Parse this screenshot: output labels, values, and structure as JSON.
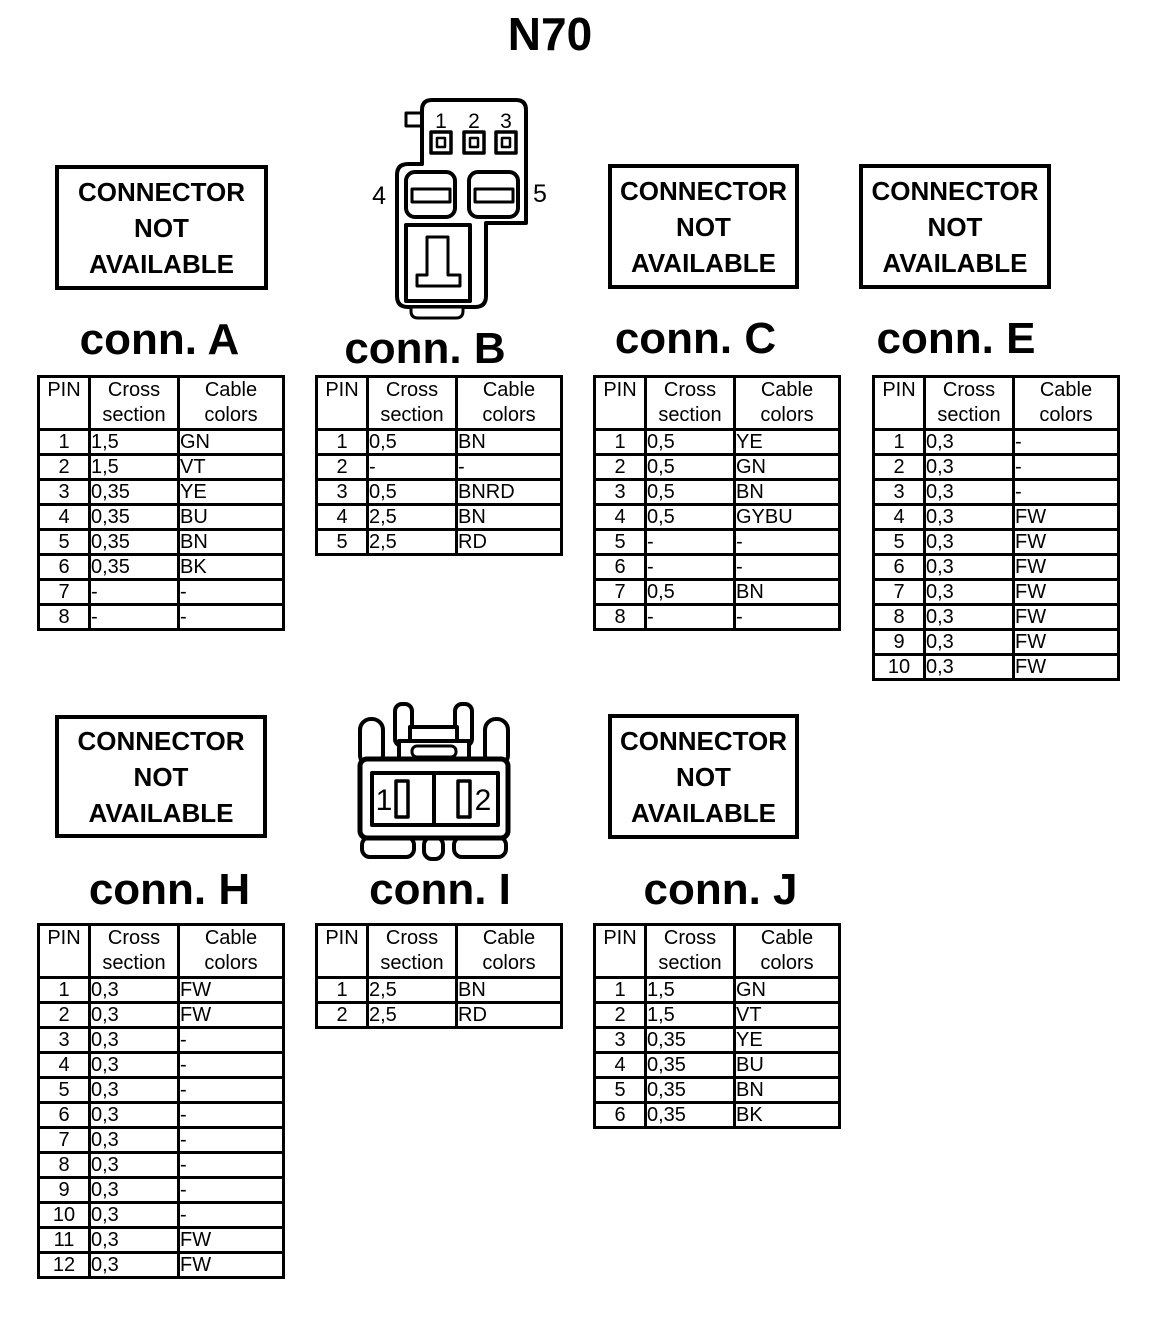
{
  "title": "N70",
  "not_available": {
    "line1": "CONNECTOR",
    "line2": "NOT",
    "line3": "AVAILABLE"
  },
  "table_headers": {
    "pin": "PIN",
    "cross_line1": "Cross",
    "cross_line2": "section",
    "colors_line1": "Cable",
    "colors_line2": "colors"
  },
  "connectors": {
    "A": {
      "label": "conn. A",
      "rows": [
        [
          "1",
          "1,5",
          "GN"
        ],
        [
          "2",
          "1,5",
          "VT"
        ],
        [
          "3",
          "0,35",
          "YE"
        ],
        [
          "4",
          "0,35",
          "BU"
        ],
        [
          "5",
          "0,35",
          "BN"
        ],
        [
          "6",
          "0,35",
          "BK"
        ],
        [
          "7",
          "-",
          "-"
        ],
        [
          "8",
          "-",
          "-"
        ]
      ]
    },
    "B": {
      "label": "conn. B",
      "diagram_pin_labels": [
        "1",
        "2",
        "3",
        "4",
        "5"
      ],
      "rows": [
        [
          "1",
          "0,5",
          "BN"
        ],
        [
          "2",
          "-",
          "-"
        ],
        [
          "3",
          "0,5",
          "BNRD"
        ],
        [
          "4",
          "2,5",
          "BN"
        ],
        [
          "5",
          "2,5",
          "RD"
        ]
      ]
    },
    "C": {
      "label": "conn. C",
      "rows": [
        [
          "1",
          "0,5",
          "YE"
        ],
        [
          "2",
          "0,5",
          "GN"
        ],
        [
          "3",
          "0,5",
          "BN"
        ],
        [
          "4",
          "0,5",
          "GYBU"
        ],
        [
          "5",
          "-",
          "-"
        ],
        [
          "6",
          "-",
          "-"
        ],
        [
          "7",
          "0,5",
          "BN"
        ],
        [
          "8",
          "-",
          "-"
        ]
      ]
    },
    "E": {
      "label": "conn. E",
      "rows": [
        [
          "1",
          "0,3",
          "-"
        ],
        [
          "2",
          "0,3",
          "-"
        ],
        [
          "3",
          "0,3",
          "-"
        ],
        [
          "4",
          "0,3",
          "FW"
        ],
        [
          "5",
          "0,3",
          "FW"
        ],
        [
          "6",
          "0,3",
          "FW"
        ],
        [
          "7",
          "0,3",
          "FW"
        ],
        [
          "8",
          "0,3",
          "FW"
        ],
        [
          "9",
          "0,3",
          "FW"
        ],
        [
          "10",
          "0,3",
          "FW"
        ]
      ]
    },
    "H": {
      "label": "conn. H",
      "rows": [
        [
          "1",
          "0,3",
          "FW"
        ],
        [
          "2",
          "0,3",
          "FW"
        ],
        [
          "3",
          "0,3",
          "-"
        ],
        [
          "4",
          "0,3",
          "-"
        ],
        [
          "5",
          "0,3",
          "-"
        ],
        [
          "6",
          "0,3",
          "-"
        ],
        [
          "7",
          "0,3",
          "-"
        ],
        [
          "8",
          "0,3",
          "-"
        ],
        [
          "9",
          "0,3",
          "-"
        ],
        [
          "10",
          "0,3",
          "-"
        ],
        [
          "11",
          "0,3",
          "FW"
        ],
        [
          "12",
          "0,3",
          "FW"
        ]
      ]
    },
    "I": {
      "label": "conn. I",
      "diagram_pin_labels": [
        "1",
        "2"
      ],
      "rows": [
        [
          "1",
          "2,5",
          "BN"
        ],
        [
          "2",
          "2,5",
          "RD"
        ]
      ]
    },
    "J": {
      "label": "conn. J",
      "rows": [
        [
          "1",
          "1,5",
          "GN"
        ],
        [
          "2",
          "1,5",
          "VT"
        ],
        [
          "3",
          "0,35",
          "YE"
        ],
        [
          "4",
          "0,35",
          "BU"
        ],
        [
          "5",
          "0,35",
          "BN"
        ],
        [
          "6",
          "0,35",
          "BK"
        ]
      ]
    }
  }
}
